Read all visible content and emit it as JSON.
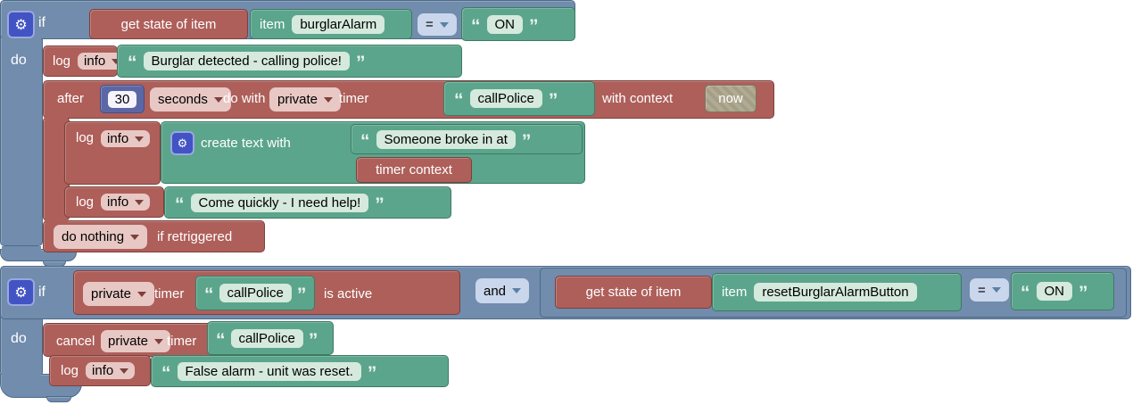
{
  "glyphs": {
    "gear": "⚙",
    "oq": "“",
    "cq": "”"
  },
  "colors": {
    "logic_blue": "#718cac",
    "action_red": "#ae5f5a",
    "string_green": "#5ba58c",
    "math_blue": "#5b67a5",
    "context_tan": "#a59e86",
    "gear_badge_blue": "#4253c4"
  },
  "rule1": {
    "if_label": "if",
    "do_label": "do",
    "condition": {
      "get_state_label": "get state of item",
      "item_label": "item",
      "item_name": "burglarAlarm",
      "operator": "=",
      "value": "ON"
    },
    "log1": {
      "log_label": "log",
      "level": "info",
      "message": "Burglar detected - calling police!"
    },
    "after": {
      "after_label": "after",
      "duration": "30",
      "unit": "seconds",
      "do_with_label": "do with",
      "scope": "private",
      "timer_label": "timer",
      "timer_name": "callPolice",
      "with_context_label": "with context",
      "context_value": "now",
      "retrigger_action": "do nothing",
      "retrigger_suffix": "if retriggered"
    },
    "log2": {
      "log_label": "log",
      "level": "info",
      "create_text_label": "create text with",
      "text_part": "Someone broke in at",
      "context_part": "timer context"
    },
    "log3": {
      "log_label": "log",
      "level": "info",
      "message": "Come quickly - I need help!"
    }
  },
  "rule2": {
    "if_label": "if",
    "do_label": "do",
    "timer_active": {
      "scope": "private",
      "timer_label": "timer",
      "timer_name": "callPolice",
      "is_active_label": "is active"
    },
    "operator_join": "and",
    "condition": {
      "get_state_label": "get state of item",
      "item_label": "item",
      "item_name": "resetBurglarAlarmButton",
      "operator": "=",
      "value": "ON"
    },
    "cancel": {
      "cancel_label": "cancel",
      "scope": "private",
      "timer_label": "timer",
      "timer_name": "callPolice"
    },
    "log": {
      "log_label": "log",
      "level": "info",
      "message": "False alarm - unit was reset."
    }
  }
}
